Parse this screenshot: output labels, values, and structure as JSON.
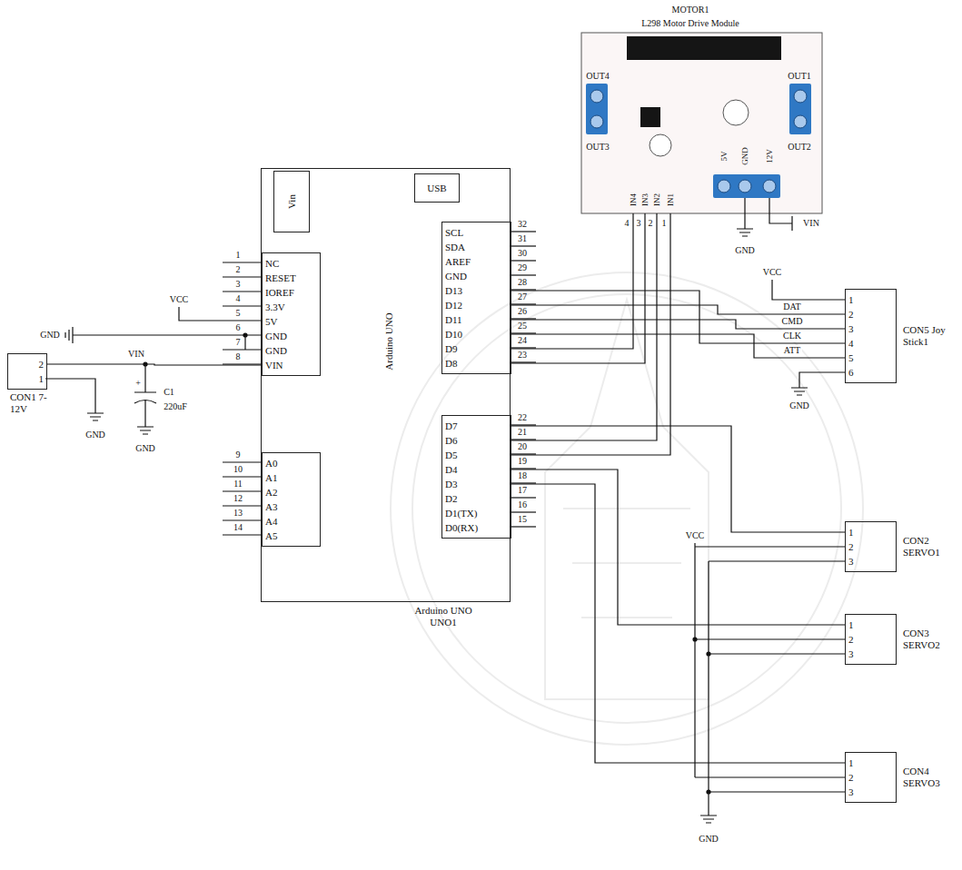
{
  "diagram": {
    "nodes": [
      {
        "text": [
          "Arduino UNO UNO1",
          "Arduino UNO"
        ]
      },
      {
        "text": [
          "Vin"
        ],
        "in": 0
      },
      {
        "text": [
          "USB"
        ],
        "in": 0
      },
      {
        "text": [
          "NC",
          "RESET",
          "IOREF",
          "3.3V",
          "5V",
          "GND",
          "GND",
          "VIN"
        ],
        "in": 0
      },
      {
        "text": [
          "A0",
          "A1",
          "A2",
          "A3",
          "A4",
          "A5"
        ],
        "in": 0
      },
      {
        "text": [
          "SCL",
          "SDA",
          "AREF",
          "GND",
          "D13",
          "D12",
          "D11",
          "D10",
          "D9",
          "D8"
        ],
        "in": 0
      },
      {
        "text": [
          "D7",
          "D6",
          "D5",
          "D4",
          "D3",
          "D2",
          "D1(TX)",
          "D0(RX)"
        ],
        "in": 0
      },
      {
        "text": [
          "MOTOR1",
          "L298 Motor Drive Module"
        ]
      },
      {
        "text": [
          "2",
          "1",
          "CON1 7-12V"
        ]
      },
      {
        "text": [
          "1",
          "2",
          "3",
          "4",
          "5",
          "6",
          "CON5 Joy Stick1"
        ]
      },
      {
        "text": [
          "1",
          "2",
          "3",
          "CON2 SERVO1"
        ]
      },
      {
        "text": [
          "1",
          "2",
          "3",
          "CON3 SERVO2"
        ]
      },
      {
        "text": [
          "1",
          "2",
          "3",
          "CON4 SERVO3"
        ]
      }
    ],
    "edges": [
      {
        "from": 5,
        "to": 9,
        "arrow": "none",
        "label": "DAT"
      },
      {
        "from": 5,
        "to": 9,
        "arrow": "none",
        "label": "CMD"
      },
      {
        "from": 5,
        "to": 9,
        "arrow": "none",
        "label": "CLK"
      },
      {
        "from": 5,
        "to": 9,
        "arrow": "none",
        "label": "ATT"
      },
      {
        "from": 5,
        "to": 7,
        "arrow": "none"
      },
      {
        "from": 5,
        "to": 7,
        "arrow": "none"
      },
      {
        "from": 6,
        "to": 7,
        "arrow": "none"
      },
      {
        "from": 6,
        "to": 7,
        "arrow": "none"
      },
      {
        "from": 6,
        "to": 10,
        "arrow": "none"
      },
      {
        "from": 6,
        "to": 11,
        "arrow": "none"
      },
      {
        "from": 6,
        "to": 12,
        "arrow": "none"
      },
      {
        "from": 3,
        "to": 8,
        "arrow": "none"
      }
    ],
    "labels": [
      "OUT4",
      "OUT1",
      "OUT3",
      "OUT2",
      "IN4",
      "IN3",
      "IN2",
      "IN1",
      "5V",
      "GND",
      "12V",
      "4",
      "3",
      "2",
      "1",
      "GND",
      "VIN",
      "VCC",
      "GND",
      "1",
      "2",
      "3",
      "4",
      "5",
      "6",
      "7",
      "8",
      "9",
      "10",
      "11",
      "12",
      "13",
      "14",
      "VCC",
      "GND",
      "VIN",
      "+",
      "C1",
      "220uF",
      "GND",
      "GND",
      "32",
      "31",
      "30",
      "29",
      "28",
      "27",
      "26",
      "25",
      "24",
      "23",
      "22",
      "21",
      "20",
      "19",
      "18",
      "17",
      "16",
      "15",
      "VCC",
      "GND"
    ]
  }
}
